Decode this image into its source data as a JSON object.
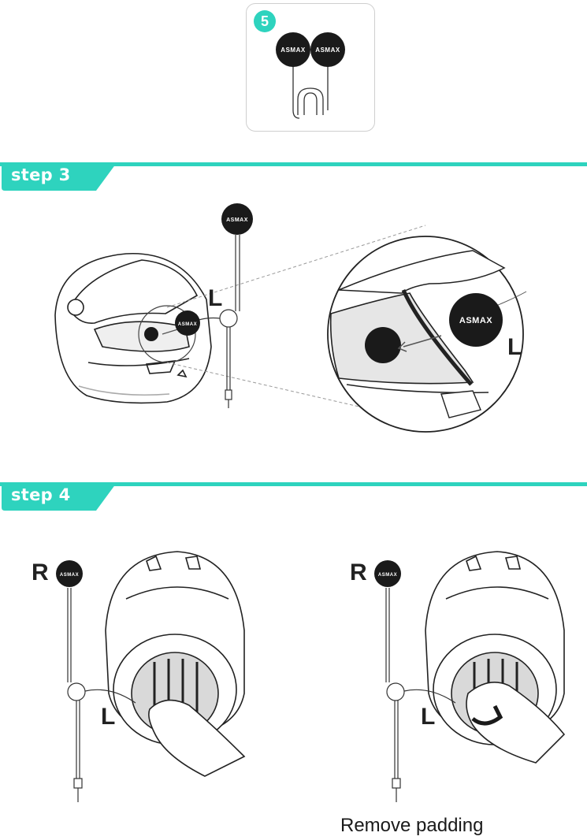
{
  "card5": {
    "number": "5",
    "speaker_logo": "ASMAX"
  },
  "step3": {
    "label": "step 3",
    "helmet_logo": "ASMAX",
    "small_side": "L",
    "zoom_logo": "ASMAX",
    "zoom_side": "L"
  },
  "step4": {
    "label": "step 4",
    "left_panel": {
      "right_label": "R",
      "left_label": "L",
      "logo": "ASMAX"
    },
    "right_panel": {
      "right_label": "R",
      "left_label": "L",
      "logo": "ASMAX",
      "caption": "Remove padding"
    }
  },
  "colors": {
    "accent": "#2ed3be",
    "ink": "#1a1a1a",
    "line": "#222222",
    "padding_gray": "#d9d9d9"
  },
  "icons": [
    "speaker-icon",
    "helmet-icon",
    "hand-icon",
    "arrow-icon",
    "audio-jack-icon"
  ]
}
